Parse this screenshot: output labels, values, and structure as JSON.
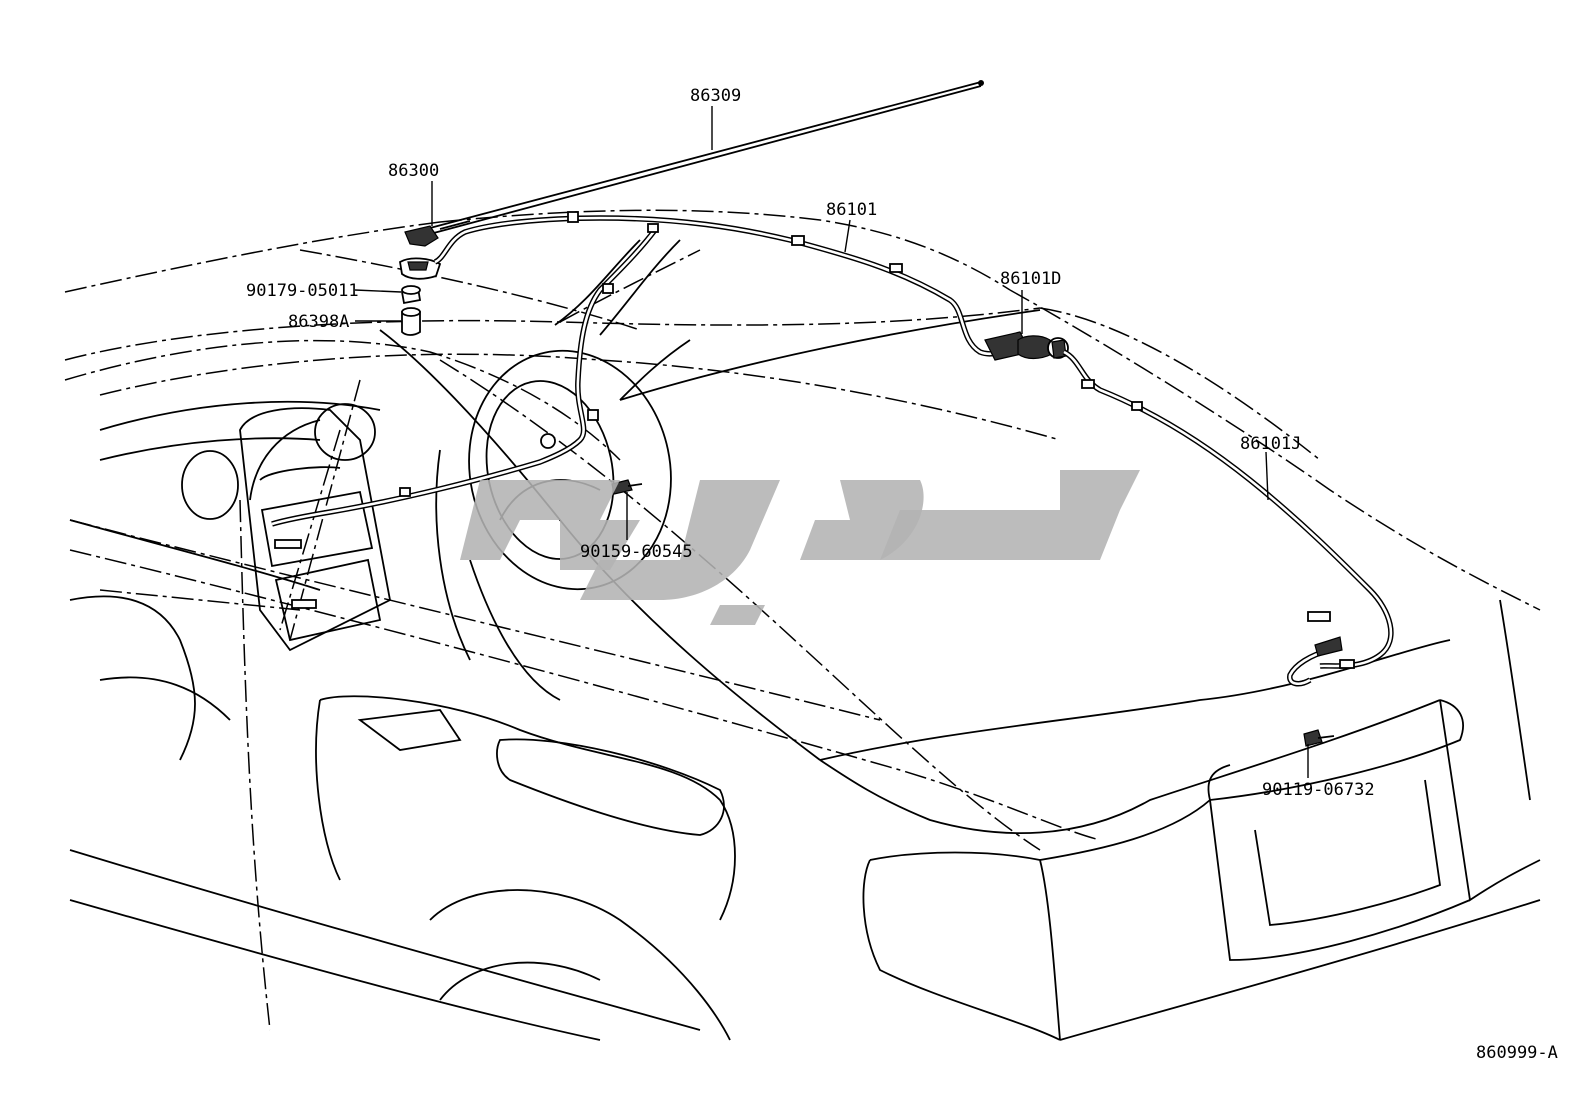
{
  "parts": {
    "antenna_rod": "86309",
    "antenna_base": "86300",
    "nut": "90179-05011",
    "spacer": "86398A",
    "cord_main": "86101",
    "cord_d": "86101D",
    "cord_j": "86101J",
    "screw_dash": "90159-60545",
    "screw_trunk": "90119-06732"
  },
  "figure_code": "860999-A",
  "watermark": "لوازم"
}
